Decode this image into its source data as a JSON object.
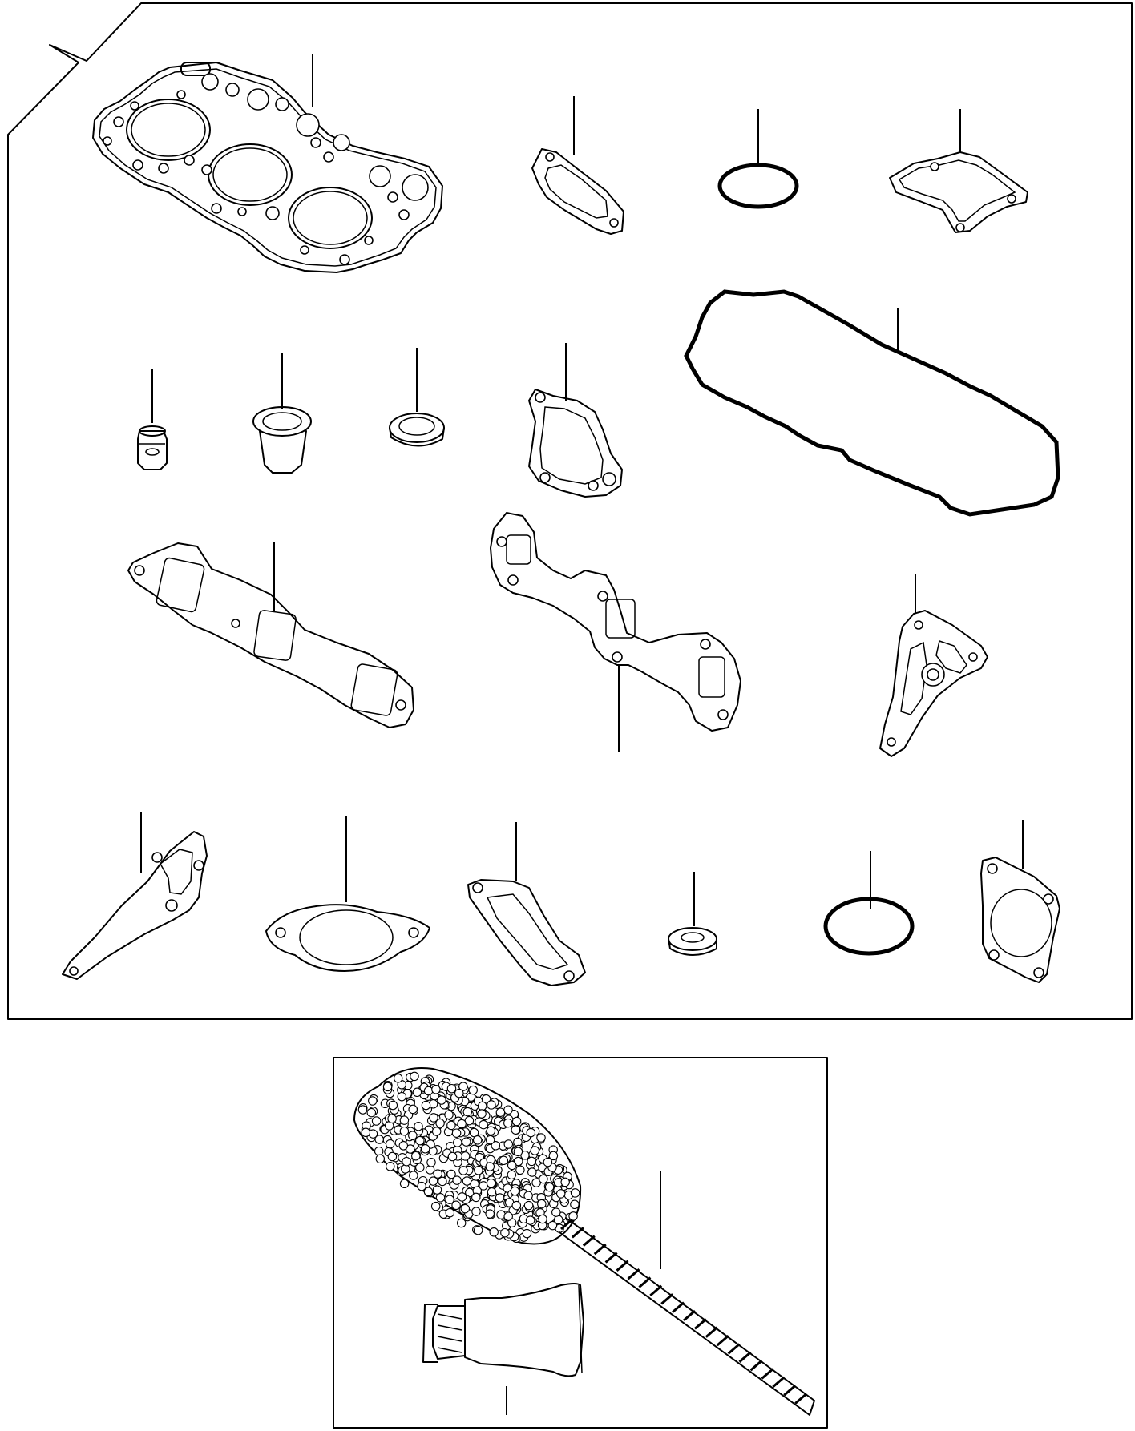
{
  "diagram": {
    "type": "exploded parts illustration (gasket kit)",
    "text_labels": [],
    "line_color": "#000000",
    "background_color": "#ffffff",
    "panels": [
      {
        "name": "gasket-set-panel",
        "parts": [
          "cylinder-head-gasket",
          "rectangular-gasket",
          "o-ring",
          "cover-gasket",
          "valve-cover-gasket",
          "valve-stem-seal",
          "flanged-bushing",
          "sealing-washer",
          "water-outlet-gasket",
          "intake-manifold-gasket",
          "exhaust-manifold-gasket",
          "triangular-plate-gasket",
          "elongated-plate-gasket",
          "oval-flange-gasket",
          "angled-flange-gasket",
          "small-washer",
          "large-o-ring",
          "square-flange-gasket"
        ]
      },
      {
        "name": "accessories-panel",
        "parts": [
          "cleaning-brush",
          "sealant-tube"
        ]
      }
    ]
  }
}
